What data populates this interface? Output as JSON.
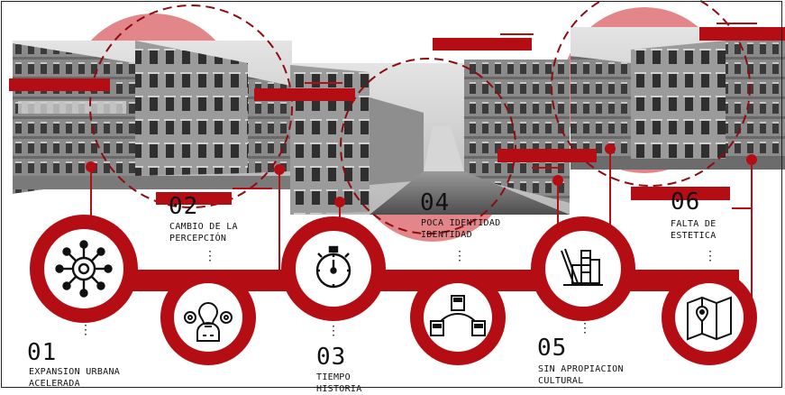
{
  "colors": {
    "accent_red": "#b50d14",
    "pink": "#e3868a",
    "dark_red": "#8f0b10"
  },
  "steps": [
    {
      "number": "01",
      "lines": [
        "EXPANSION URBANA",
        "ACELERADA"
      ],
      "icon": "urban-expansion-icon"
    },
    {
      "number": "02",
      "lines": [
        "CAMBIO DE LA",
        "PERCEPCIÓN"
      ],
      "icon": "idea-gears-head-icon"
    },
    {
      "number": "03",
      "lines": [
        "TIEMPO",
        "HISTORIA"
      ],
      "icon": "stopwatch-icon"
    },
    {
      "number": "04",
      "lines": [
        "POCA IDENTIDAD",
        "IDENTIDAD"
      ],
      "icon": "buildings-network-icon"
    },
    {
      "number": "05",
      "lines": [
        "SIN APROPIACION",
        "CULTURAL"
      ],
      "icon": "city-pencil-icon"
    },
    {
      "number": "06",
      "lines": [
        "FALTA DE",
        "ESTETICA"
      ],
      "icon": "map-pin-icon"
    }
  ],
  "ellipsis": "⋮"
}
